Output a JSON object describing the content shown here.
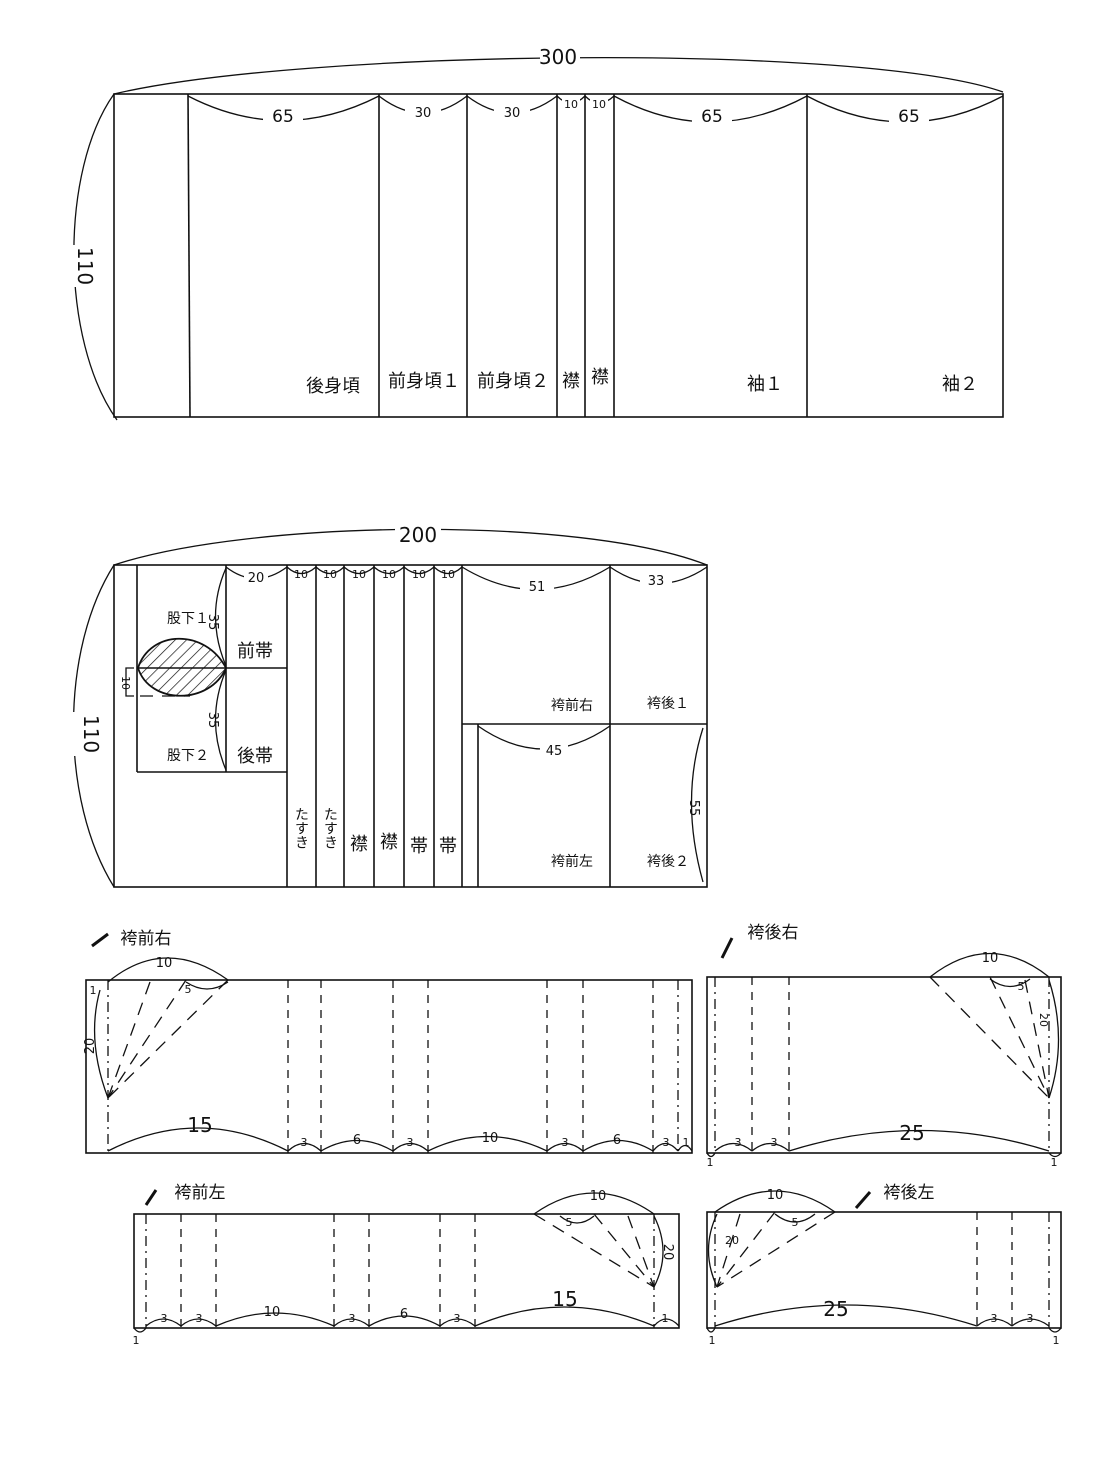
{
  "layout1": {
    "total_width": "300",
    "height": "110",
    "widths": [
      "65",
      "30",
      "30",
      "10",
      "10",
      "65",
      "65"
    ],
    "labels": [
      "後身頃",
      "前身頃１",
      "前身頃２",
      "襟",
      "襟",
      "袖１",
      "袖２"
    ]
  },
  "layout2": {
    "total_width": "200",
    "height": "110",
    "top_widths": [
      "20",
      "10",
      "10",
      "10",
      "10",
      "10",
      "10",
      "51",
      "33"
    ],
    "crotch_label_1": "股下１",
    "crotch_label_2": "股下２",
    "crotch_dim_1": "35",
    "crotch_dim_2": "35",
    "small_dim": "10",
    "front_belt": "前帯",
    "back_belt": "後帯",
    "hakama_front_right": "袴前右",
    "hakama_back_1": "袴後１",
    "hakama_front_left_width": "45",
    "hakama_front_left": "袴前左",
    "hakama_back_2": "袴後２",
    "hakama_back_2_dim": "55",
    "strips": [
      "たすき",
      "たすき",
      "襟",
      "襟",
      "帯",
      "帯"
    ]
  },
  "panel_front_right": {
    "title": "袴前右",
    "top_long": "10",
    "top_short": "5",
    "edge": "1",
    "side": "20",
    "bottom": [
      "15",
      "3",
      "6",
      "3",
      "10",
      "3",
      "6",
      "3",
      "1"
    ]
  },
  "panel_back_right": {
    "title": "袴後右",
    "top_long": "10",
    "top_short": "5",
    "side": "20",
    "bottom": [
      "1",
      "3",
      "3",
      "25",
      "1"
    ]
  },
  "panel_front_left": {
    "title": "袴前左",
    "top_long": "10",
    "top_short": "5",
    "side": "20",
    "bottom": [
      "1",
      "3",
      "3",
      "10",
      "3",
      "6",
      "3",
      "15",
      "1"
    ]
  },
  "panel_back_left": {
    "title": "袴後左",
    "top_long": "10",
    "top_short": "5",
    "side": "20",
    "bottom": [
      "1",
      "25",
      "3",
      "3",
      "1"
    ]
  }
}
